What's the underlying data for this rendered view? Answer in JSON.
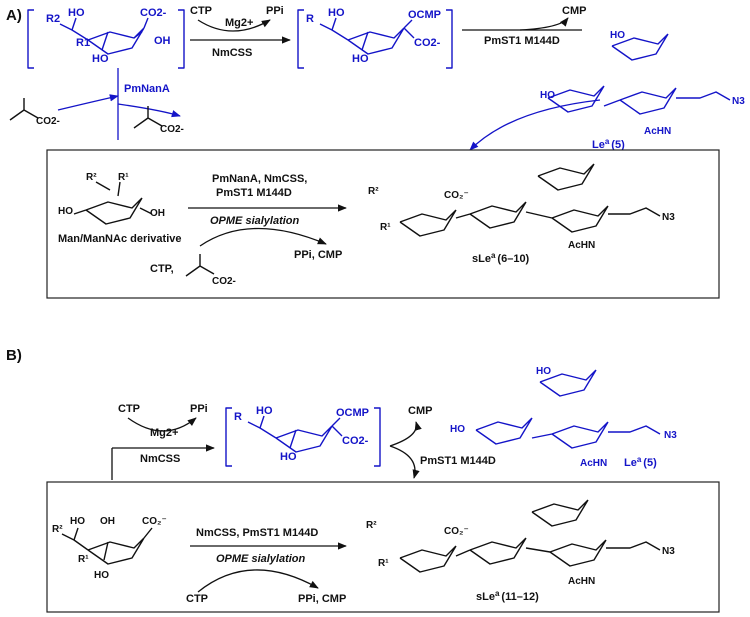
{
  "panels": [
    {
      "label": "A)",
      "top_reactant_mono_labels": [
        "R2",
        "HO",
        "R1",
        "HO",
        "CO2-",
        "OH"
      ],
      "top_cofactor_in": "CTP",
      "top_cofactor_out": "PPi",
      "top_metal": "Mg2+",
      "top_enzyme_1": "NmCSS",
      "cmp_intermediate_label": "OCMP",
      "cmp_intermediate_carboxyl": "CO2-",
      "top_enzyme_2": "PmST1 M144D",
      "cmp_released": "CMP",
      "acceptor_name": "Le",
      "acceptor_sup": "a",
      "acceptor_num": "(5)",
      "acceptor_acnh": "AcHN",
      "acceptor_n3": "N3",
      "aldolase": "PmNanA",
      "pyruvate_label": "CO2-",
      "box_reactant_name": "Man/ManNAc derivative",
      "box_enzymes_line1": "PmNanA, NmCSS,",
      "box_enzymes_line2": "PmST1 M144D",
      "box_method": "OPME sialylation",
      "box_byproducts": "PPi, CMP",
      "box_cofactors": "CTP,",
      "box_pyruvate_label": "CO2-",
      "product_name": "sLe",
      "product_sup": "a",
      "product_num": "(6–10)",
      "product_acnh": "AcHN",
      "product_n3": "N3"
    },
    {
      "label": "B)",
      "top_cofactor_in": "CTP",
      "top_cofactor_out": "PPi",
      "top_metal": "Mg2+",
      "top_enzyme_1": "NmCSS",
      "cmp_intermediate_label": "OCMP",
      "cmp_intermediate_carboxyl": "CO2-",
      "top_enzyme_2": "PmST1 M144D",
      "cmp_released": "CMP",
      "acceptor_name": "Le",
      "acceptor_sup": "a",
      "acceptor_num": "(5)",
      "acceptor_acnh": "AcHN",
      "acceptor_n3": "N3",
      "box_enzymes": "NmCSS, PmST1 M144D",
      "box_method": "OPME sialylation",
      "box_cofactor": "CTP",
      "box_byproducts": "PPi, CMP",
      "product_name": "sLe",
      "product_sup": "a",
      "product_num": "(11–12)",
      "product_acnh": "AcHN",
      "product_n3": "N3"
    }
  ],
  "colors": {
    "ink": "#111111",
    "highlight": "#1414c8"
  }
}
